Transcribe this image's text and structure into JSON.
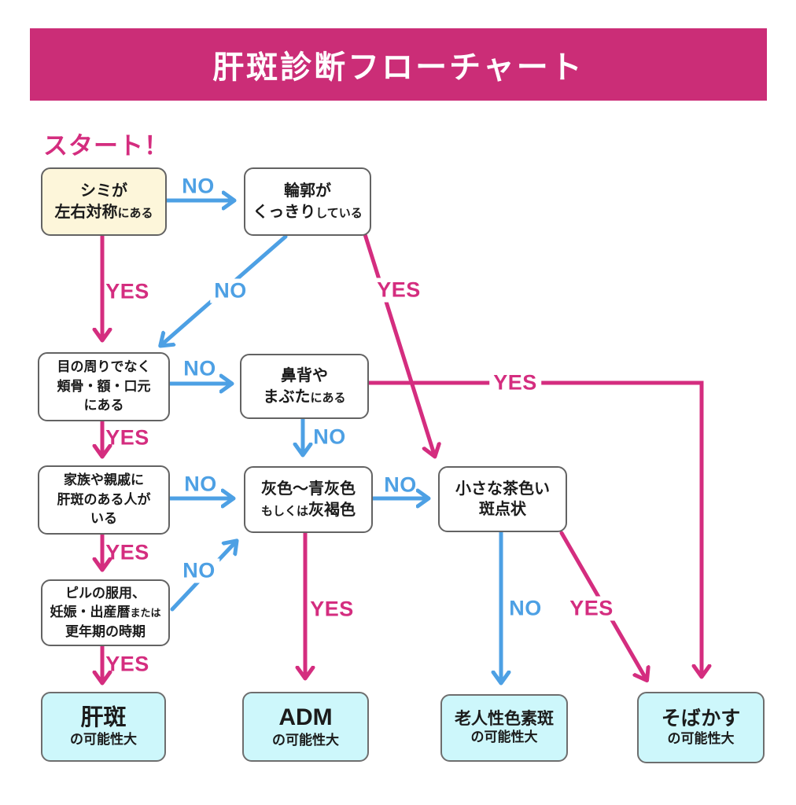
{
  "title": "肝斑診断フローチャート",
  "start_label": "スタート！",
  "labels": {
    "yes": "YES",
    "no": "NO"
  },
  "nodes": {
    "symmetry": {
      "line1": "シミが",
      "line2": "左右対称",
      "line2_small": "にある"
    },
    "outline": {
      "line1": "輪郭が",
      "line2": "くっきり",
      "line2_small": "している"
    },
    "location": {
      "line1": "目の周りでなく",
      "line2": "頬骨・額・口元",
      "line3": "にある"
    },
    "nose_eyelid": {
      "line1": "鼻背や",
      "line2": "まぶた",
      "line2_small": "にある"
    },
    "family": {
      "line1": "家族や親戚に",
      "line2": "肝斑のある人が",
      "line3": "いる"
    },
    "gray_color": {
      "line1": "灰色〜青灰色",
      "line2_small": "もしくは",
      "line2": "灰褐色"
    },
    "brown_spots": {
      "line1": "小さな茶色い",
      "line2": "斑点状"
    },
    "hormonal": {
      "line1": "ピルの服用、",
      "line2": "妊娠・出産暦",
      "line2_small": "または",
      "line3": "更年期の時期"
    }
  },
  "results": {
    "melasma": {
      "name": "肝斑",
      "sub": "の可能性大"
    },
    "adm": {
      "name": "ADM",
      "sub": "の可能性大"
    },
    "senile_lentigo": {
      "name": "老人性色素斑",
      "sub": "の可能性大"
    },
    "freckles": {
      "name": "そばかす",
      "sub": "の可能性大"
    }
  },
  "colors": {
    "header_bg": "#cb2d77",
    "arrow_pink": "#d42d7f",
    "arrow_blue": "#4da0e4",
    "start_node_bg": "#fdf6da",
    "result_node_bg": "#cdf7fb",
    "node_border": "#636363",
    "title_text": "#ffffff"
  }
}
